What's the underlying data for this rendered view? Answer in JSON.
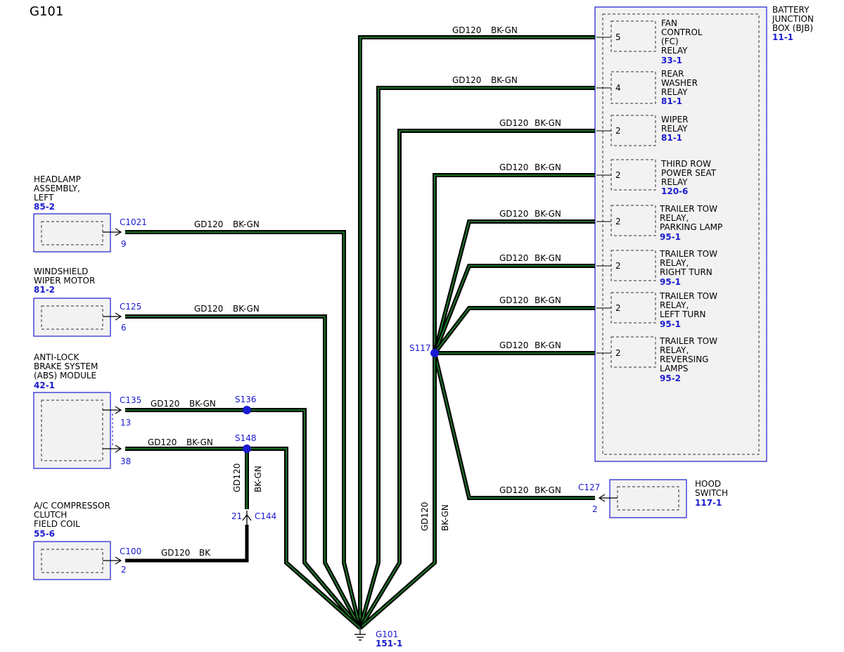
{
  "title": "G101",
  "wire": {
    "circuit": "GD120",
    "color": "BK-GN",
    "color_bk": "BK"
  },
  "bjb": {
    "name_lines": [
      "BATTERY",
      "JUNCTION",
      "BOX (BJB)"
    ],
    "ref": "11-1"
  },
  "relays": [
    {
      "pin": "5",
      "name_lines": [
        "FAN",
        "CONTROL",
        "(FC)",
        "RELAY"
      ],
      "ref": "33-1"
    },
    {
      "pin": "4",
      "name_lines": [
        "REAR",
        "WASHER",
        "RELAY"
      ],
      "ref": "81-1"
    },
    {
      "pin": "2",
      "name_lines": [
        "WIPER",
        "RELAY"
      ],
      "ref": "81-1"
    },
    {
      "pin": "2",
      "name_lines": [
        "THIRD ROW",
        "POWER SEAT",
        "RELAY"
      ],
      "ref": "120-6"
    },
    {
      "pin": "2",
      "name_lines": [
        "TRAILER TOW",
        "RELAY,",
        "PARKING LAMP"
      ],
      "ref": "95-1"
    },
    {
      "pin": "2",
      "name_lines": [
        "TRAILER TOW",
        "RELAY,",
        "RIGHT TURN"
      ],
      "ref": "95-1"
    },
    {
      "pin": "2",
      "name_lines": [
        "TRAILER TOW",
        "RELAY,",
        "LEFT TURN"
      ],
      "ref": "95-1"
    },
    {
      "pin": "2",
      "name_lines": [
        "TRAILER TOW",
        "RELAY,",
        "REVERSING",
        "LAMPS"
      ],
      "ref": "95-2"
    }
  ],
  "left_components": [
    {
      "name_lines": [
        "HEADLAMP",
        "ASSEMBLY,",
        "LEFT"
      ],
      "ref": "85-2",
      "connector": "C1021",
      "pin": "9"
    },
    {
      "name_lines": [
        "WINDSHIELD",
        "WIPER MOTOR"
      ],
      "ref": "81-2",
      "connector": "C125",
      "pin": "6"
    },
    {
      "name_lines": [
        "ANTI-LOCK",
        "BRAKE SYSTEM",
        "(ABS) MODULE"
      ],
      "ref": "42-1",
      "connector": "C135",
      "pin": "13",
      "pin2": "38"
    },
    {
      "name_lines": [
        "A/C COMPRESSOR",
        "CLUTCH",
        "FIELD COIL"
      ],
      "ref": "55-6",
      "connector": "C100",
      "pin": "2"
    }
  ],
  "hood_switch": {
    "name_lines": [
      "HOOD",
      "SWITCH"
    ],
    "ref": "117-1",
    "connector": "C127",
    "pin": "2"
  },
  "splices": {
    "s117": "S117",
    "s136": "S136",
    "s148": "S148"
  },
  "inline_connector": {
    "name": "C144",
    "pin": "21"
  },
  "ground": {
    "name": "G101",
    "ref": "151-1"
  }
}
